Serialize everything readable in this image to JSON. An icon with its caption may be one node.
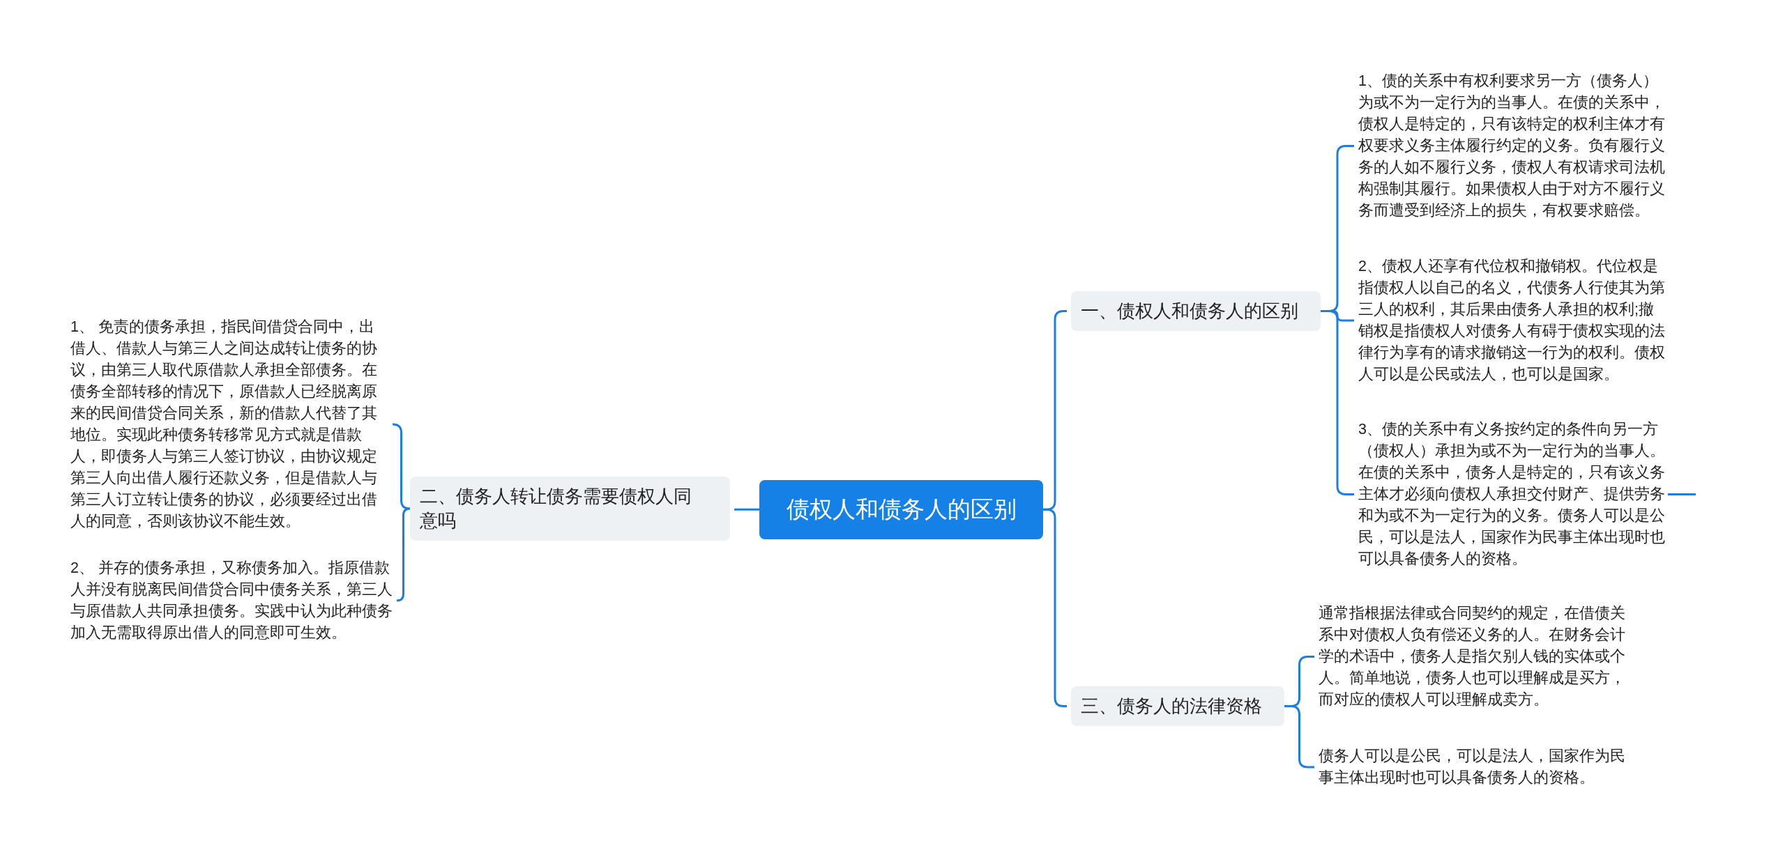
{
  "diagram": {
    "nodes": [
      {
        "text": [
          "债权人和债务人的区别"
        ]
      },
      {
        "text": [
          "一、债权人和债务人的区别"
        ]
      },
      {
        "text": [
          "1、债的关系中有权利要求另一方（债务人）为或不为一定行为的当事人。在债的关系中，债权人是特定的，只有该特定的权利主体才有权要求义务主体履行约定的义务。负有履行义务的人如不履行义务，债权人有权请求司法机构强制其履行。如果债权人由于对方不履行义务而遭受到经济上的损失，有权要求赔偿。"
        ]
      },
      {
        "text": [
          "2、债权人还享有代位权和撤销权。代位权是指债权人以自己的名义，代债务人行使其为第三人的权利，其后果由债务人承担的权利;撤销权是指债权人对债务人有碍于债权实现的法律行为享有的请求撤销这一行为的权利。债权人可以是公民或法人，也可以是国家。"
        ]
      },
      {
        "text": [
          "3、债的关系中有义务按约定的条件向另一方（债权人）承担为或不为一定行为的当事人。在债的关系中，债务人是特定的，只有该义务主体才必须向债权人承担交付财产、提供劳务和为或不为一定行为的义务。债务人可以是公民，可以是法人，国家作为民事主体出现时也可以具备债务人的资格。"
        ]
      },
      {
        "text": [
          "二、债务人转让债务需要债权人同意吗"
        ]
      },
      {
        "text": [
          "1、 免责的债务承担，指民间借贷合同中，出借人、借款人与第三人之间达成转让债务的协议，由第三人取代原借款人承担全部债务。在债务全部转移的情况下，原借款人已经脱离原来的民间借贷合同关系，新的借款人代替了其地位。实现此种债务转移常见方式就是借款人，即债务人与第三人签订协议，由协议规定第三人向出借人履行还款义务，但是借款人与第三人订立转让债务的协议，必须要经过出借人的同意，否则该协议不能生效。"
        ]
      },
      {
        "text": [
          "2、 并存的债务承担，又称债务加入。指原借款人并没有脱离民间借贷合同中债务关系，第三人与原借款人共同承担债务。实践中认为此种债务加入无需取得原出借人的同意即可生效。"
        ]
      },
      {
        "text": [
          "三、债务人的法律资格"
        ]
      },
      {
        "text": [
          "通常指根据法律或合同契约的规定，在借债关系中对债权人负有偿还义务的人。在财务会计学的术语中，债务人是指欠别人钱的实体或个人。简单地说，债务人也可以理解成是买方，而对应的债权人可以理解成卖方。"
        ]
      },
      {
        "text": [
          "债务人可以是公民，可以是法人，国家作为民事主体出现时也可以具备债务人的资格。"
        ]
      }
    ],
    "edges": [
      {
        "from": 0,
        "to": 1,
        "arrow": "none"
      },
      {
        "from": 1,
        "to": 2,
        "arrow": "none"
      },
      {
        "from": 1,
        "to": 3,
        "arrow": "none"
      },
      {
        "from": 1,
        "to": 4,
        "arrow": "none"
      },
      {
        "from": 4,
        "to": null,
        "arrow": "none"
      },
      {
        "from": 0,
        "to": 5,
        "arrow": "none"
      },
      {
        "from": 5,
        "to": 6,
        "arrow": "none"
      },
      {
        "from": 5,
        "to": 7,
        "arrow": "none"
      },
      {
        "from": 0,
        "to": 8,
        "arrow": "none"
      },
      {
        "from": 8,
        "to": 9,
        "arrow": "none"
      },
      {
        "from": 8,
        "to": 10,
        "arrow": "none"
      }
    ]
  }
}
